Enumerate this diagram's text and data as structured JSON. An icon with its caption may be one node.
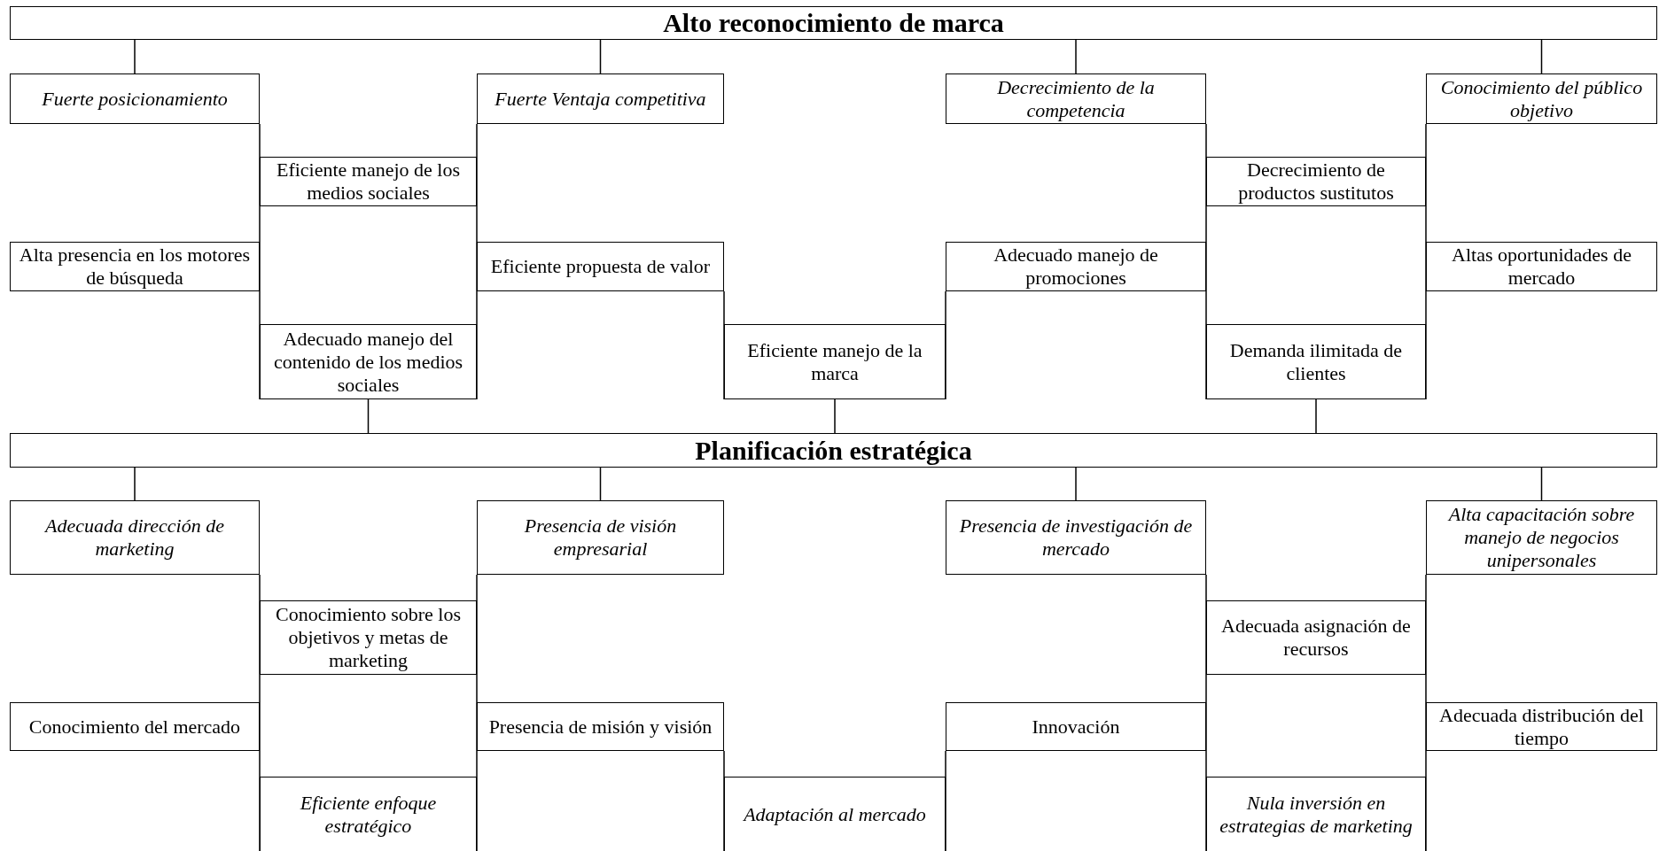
{
  "diagram": {
    "nodes": [
      {
        "text": [
          "Alto reconocimiento de marca"
        ]
      },
      {
        "text": [
          "Fuerte posicionamiento"
        ]
      },
      {
        "text": [
          "Fuerte Ventaja competitiva"
        ]
      },
      {
        "text": [
          "Decrecimiento de la competencia"
        ]
      },
      {
        "text": [
          "Conocimiento del público objetivo"
        ]
      },
      {
        "text": [
          "Eficiente manejo de los medios sociales"
        ]
      },
      {
        "text": [
          "Decrecimiento de productos sustitutos"
        ]
      },
      {
        "text": [
          "Alta presencia en los motores de búsqueda"
        ]
      },
      {
        "text": [
          "Eficiente propuesta de valor"
        ]
      },
      {
        "text": [
          "Adecuado manejo de promociones"
        ]
      },
      {
        "text": [
          "Altas oportunidades de mercado"
        ]
      },
      {
        "text": [
          "Adecuado manejo del contenido de los medios sociales"
        ]
      },
      {
        "text": [
          "Eficiente manejo de la marca"
        ]
      },
      {
        "text": [
          "Demanda ilimitada de clientes"
        ]
      },
      {
        "text": [
          "Planificación estratégica"
        ]
      },
      {
        "text": [
          "Adecuada dirección de marketing"
        ]
      },
      {
        "text": [
          "Presencia de visión empresarial"
        ]
      },
      {
        "text": [
          "Presencia de investigación de mercado"
        ]
      },
      {
        "text": [
          "Alta capacitación sobre manejo de negocios unipersonales"
        ]
      },
      {
        "text": [
          "Conocimiento sobre los objetivos y metas de marketing"
        ]
      },
      {
        "text": [
          "Adecuada asignación de recursos"
        ]
      },
      {
        "text": [
          "Conocimiento del mercado"
        ]
      },
      {
        "text": [
          "Presencia de misión y visión"
        ]
      },
      {
        "text": [
          "Innovación"
        ]
      },
      {
        "text": [
          "Adecuada distribución del tiempo"
        ]
      },
      {
        "text": [
          "Eficiente enfoque estratégico"
        ]
      },
      {
        "text": [
          "Adaptación al mercado"
        ]
      },
      {
        "text": [
          "Nula inversión en estrategias de marketing"
        ]
      }
    ],
    "edges": [
      {
        "from": 0,
        "to": 1,
        "arrow": "none"
      },
      {
        "from": 0,
        "to": 2,
        "arrow": "none"
      },
      {
        "from": 0,
        "to": 3,
        "arrow": "none"
      },
      {
        "from": 0,
        "to": 4,
        "arrow": "none"
      },
      {
        "from": 11,
        "to": 14,
        "arrow": "none"
      },
      {
        "from": 12,
        "to": 14,
        "arrow": "none"
      },
      {
        "from": 13,
        "to": 14,
        "arrow": "none"
      },
      {
        "from": 14,
        "to": 15,
        "arrow": "none"
      },
      {
        "from": 14,
        "to": 16,
        "arrow": "none"
      },
      {
        "from": 14,
        "to": 17,
        "arrow": "none"
      },
      {
        "from": 14,
        "to": 18,
        "arrow": "none"
      }
    ]
  }
}
